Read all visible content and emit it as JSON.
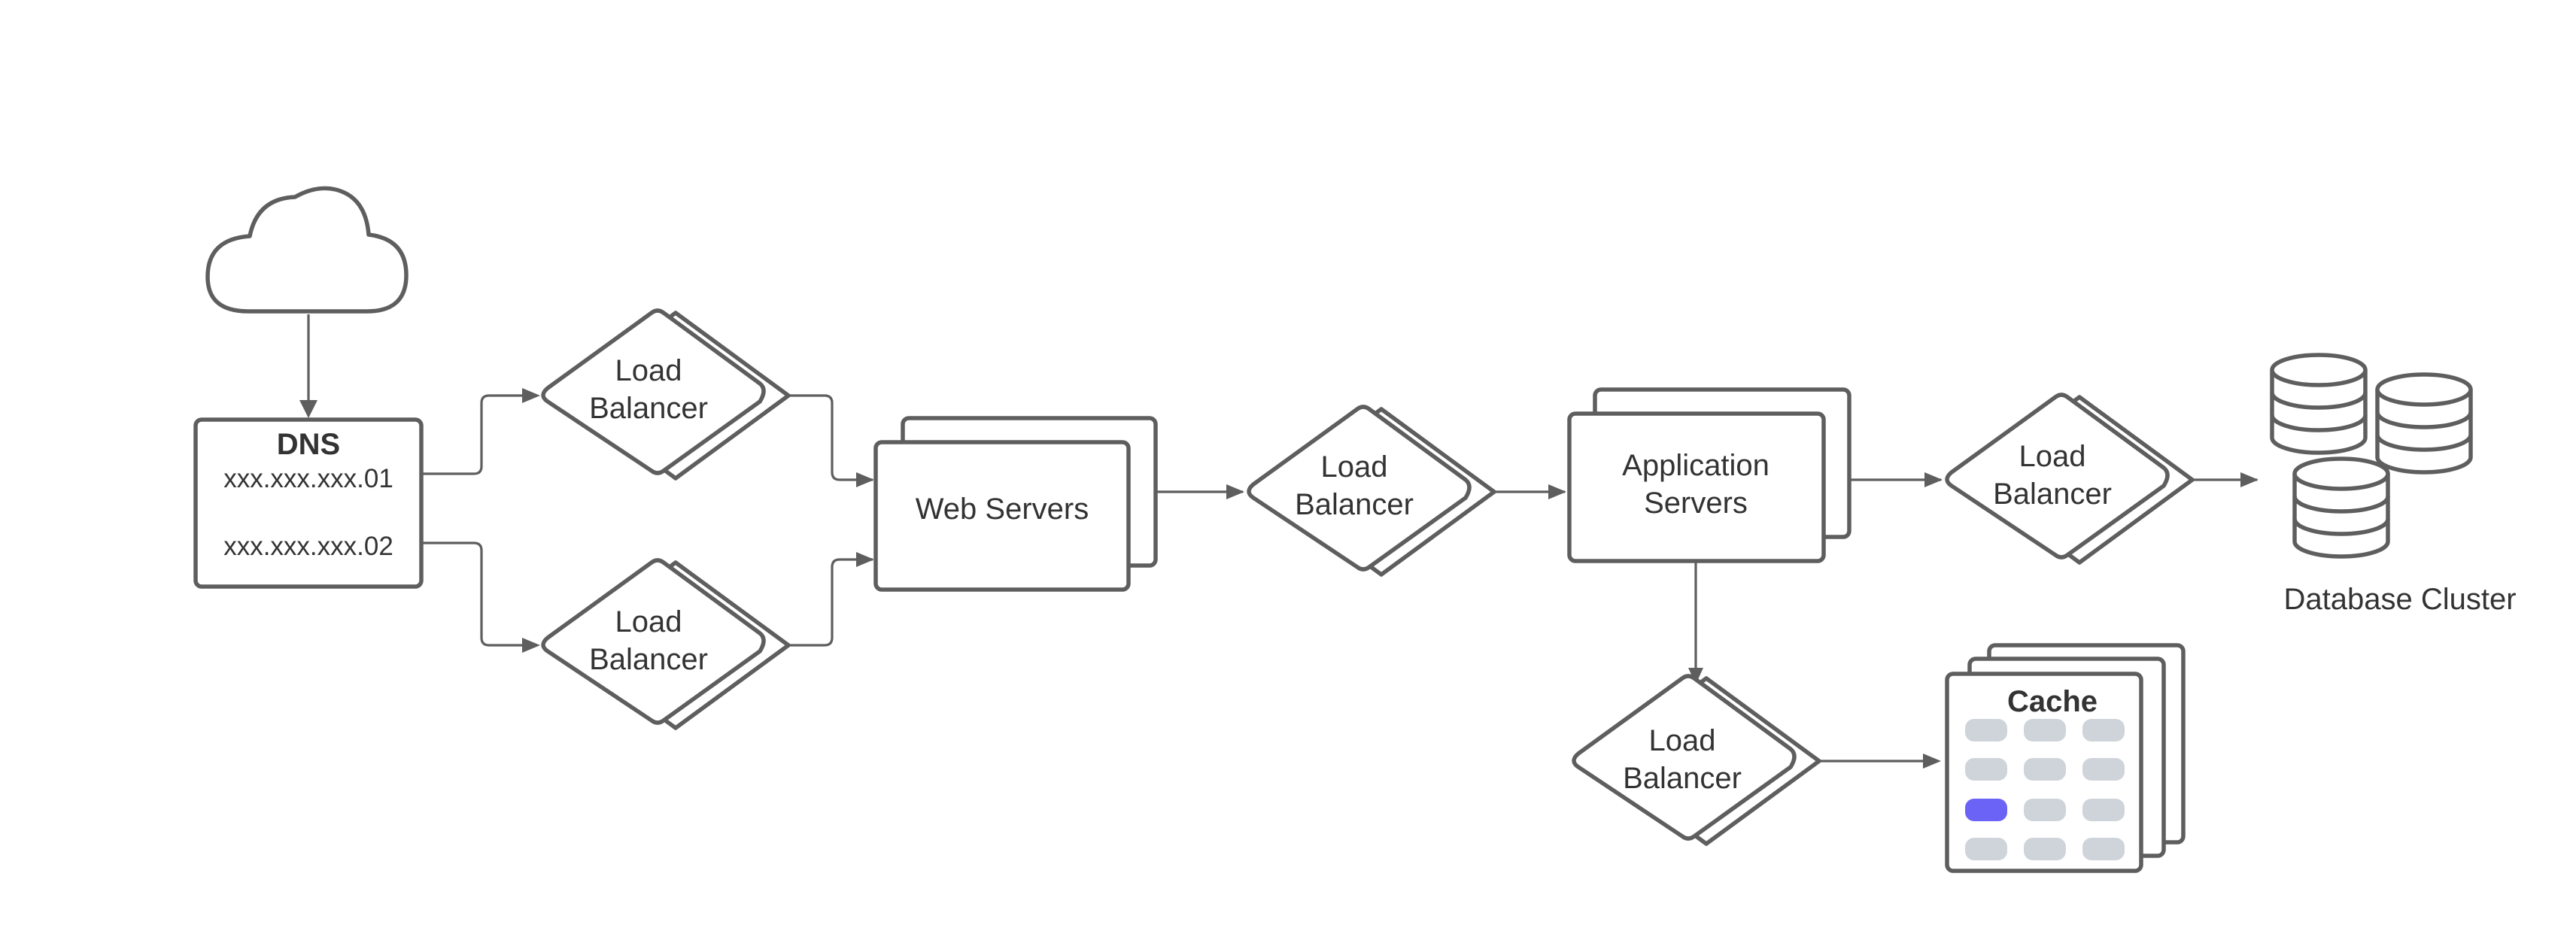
{
  "nodes": {
    "dns": {
      "title": "DNS",
      "record_1": "xxx.xxx.xxx.01",
      "record_2": "xxx.xxx.xxx.02"
    },
    "lb_upper": {
      "line1": "Load",
      "line2": "Balancer"
    },
    "lb_lower": {
      "line1": "Load",
      "line2": "Balancer"
    },
    "web_servers": {
      "label": "Web Servers"
    },
    "lb_web_app": {
      "line1": "Load",
      "line2": "Balancer"
    },
    "app_servers": {
      "line1": "Application",
      "line2": "Servers"
    },
    "lb_app_db": {
      "line1": "Load",
      "line2": "Balancer"
    },
    "database_cluster": {
      "label": "Database Cluster"
    },
    "lb_app_cache": {
      "line1": "Load",
      "line2": "Balancer"
    },
    "cache": {
      "title": "Cache",
      "highlight_color": "#6b63f5",
      "slot_color": "#cfd4da"
    }
  },
  "colors": {
    "stroke": "#5e5e5e",
    "text": "#333333",
    "background": "#ffffff"
  }
}
